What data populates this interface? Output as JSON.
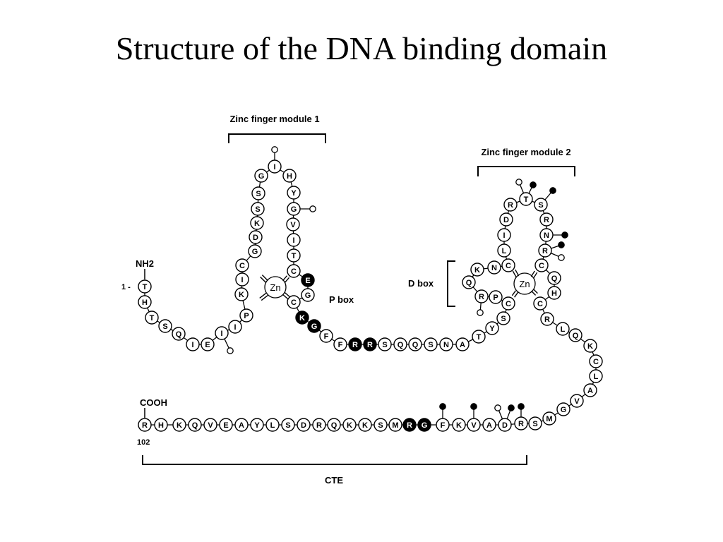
{
  "title": "Structure of the DNA binding domain",
  "labels": {
    "module1": "Zinc finger module 1",
    "module2": "Zinc finger module 2",
    "pbox": "P box",
    "dbox": "D box",
    "cte": "CTE",
    "nh2": "NH2",
    "cooh": "COOH",
    "start": "1 -",
    "end": "102",
    "zinc": "Zn"
  },
  "colors": {
    "highlight": "#000000",
    "normal": "#ffffff",
    "stroke": "#000000"
  },
  "sequence": {
    "n_tail": [
      "T",
      "H",
      "T",
      "S",
      "Q",
      "I",
      "E",
      "I",
      "I",
      "P"
    ],
    "finger1_left": [
      "K",
      "I",
      "C",
      "G",
      "D",
      "K",
      "S",
      "S",
      "G"
    ],
    "finger1_top": [
      "I",
      "H"
    ],
    "finger1_right": [
      "Y",
      "G",
      "V",
      "I",
      "T",
      "C",
      "E",
      "G",
      "C"
    ],
    "linker1": [
      "K",
      "G",
      "F",
      "F",
      "R",
      "R",
      "S",
      "Q",
      "Q",
      "S",
      "N",
      "A",
      "T",
      "Y"
    ],
    "finger2": [
      "S",
      "C",
      "P",
      "R",
      "Q",
      "K",
      "N",
      "C",
      "L",
      "I",
      "D",
      "R",
      "T",
      "S",
      "R",
      "N",
      "R",
      "C",
      "Q",
      "H",
      "C"
    ],
    "linker2": [
      "R",
      "L",
      "Q",
      "K",
      "C",
      "L",
      "A",
      "V",
      "G",
      "M",
      "S"
    ],
    "cte": [
      "R",
      "D",
      "A",
      "V",
      "K",
      "F",
      "G",
      "R",
      "M",
      "S",
      "K",
      "K",
      "Q",
      "R",
      "D",
      "S",
      "L",
      "Y",
      "A",
      "E",
      "V",
      "Q",
      "K",
      "H",
      "R"
    ]
  },
  "highlighted_residues": [
    "E",
    "K",
    "G",
    "R",
    "R",
    "R",
    "G"
  ]
}
